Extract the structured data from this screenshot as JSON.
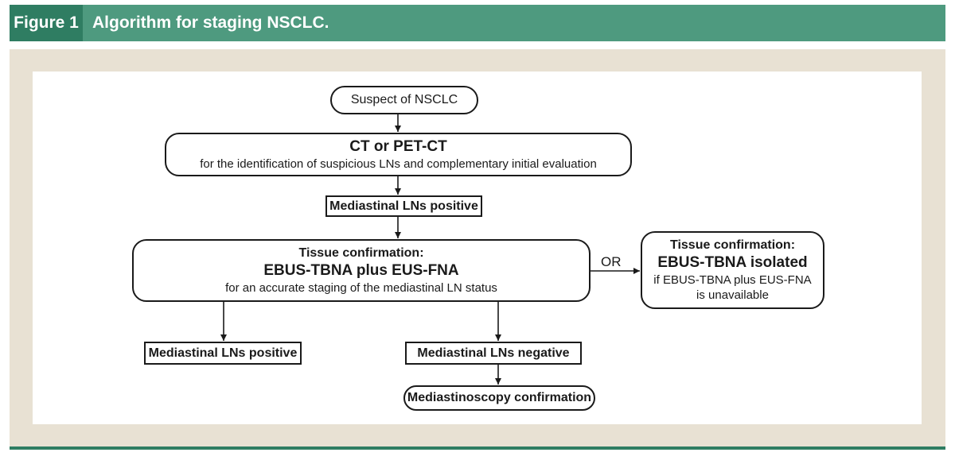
{
  "figure": {
    "label": "Figure 1",
    "title": "Algorithm for staging NSCLC."
  },
  "colors": {
    "header_bg": "#4e9a7f",
    "label_bg": "#2f7d62",
    "panel_bg": "#e8e1d3",
    "line": "#1a1a1a"
  },
  "flowchart": {
    "suspect": "Suspect of NSCLC",
    "imaging": {
      "title": "CT or PET-CT",
      "subtitle": "for the identification of suspicious LNs and complementary initial evaluation"
    },
    "positive_1": "Mediastinal LNs positive",
    "tissue_main": {
      "heading": "Tissue confirmation:",
      "title": "EBUS-TBNA plus EUS-FNA",
      "subtitle": "for an accurate staging of the mediastinal LN status"
    },
    "or_label": "OR",
    "tissue_alt": {
      "heading": "Tissue confirmation:",
      "title": "EBUS-TBNA isolated",
      "subtitle_line1": "if EBUS-TBNA plus EUS-FNA",
      "subtitle_line2": "is unavailable"
    },
    "positive_2": "Mediastinal LNs positive",
    "negative": "Mediastinal LNs negative",
    "mediastinoscopy": "Mediastinoscopy confirmation"
  }
}
